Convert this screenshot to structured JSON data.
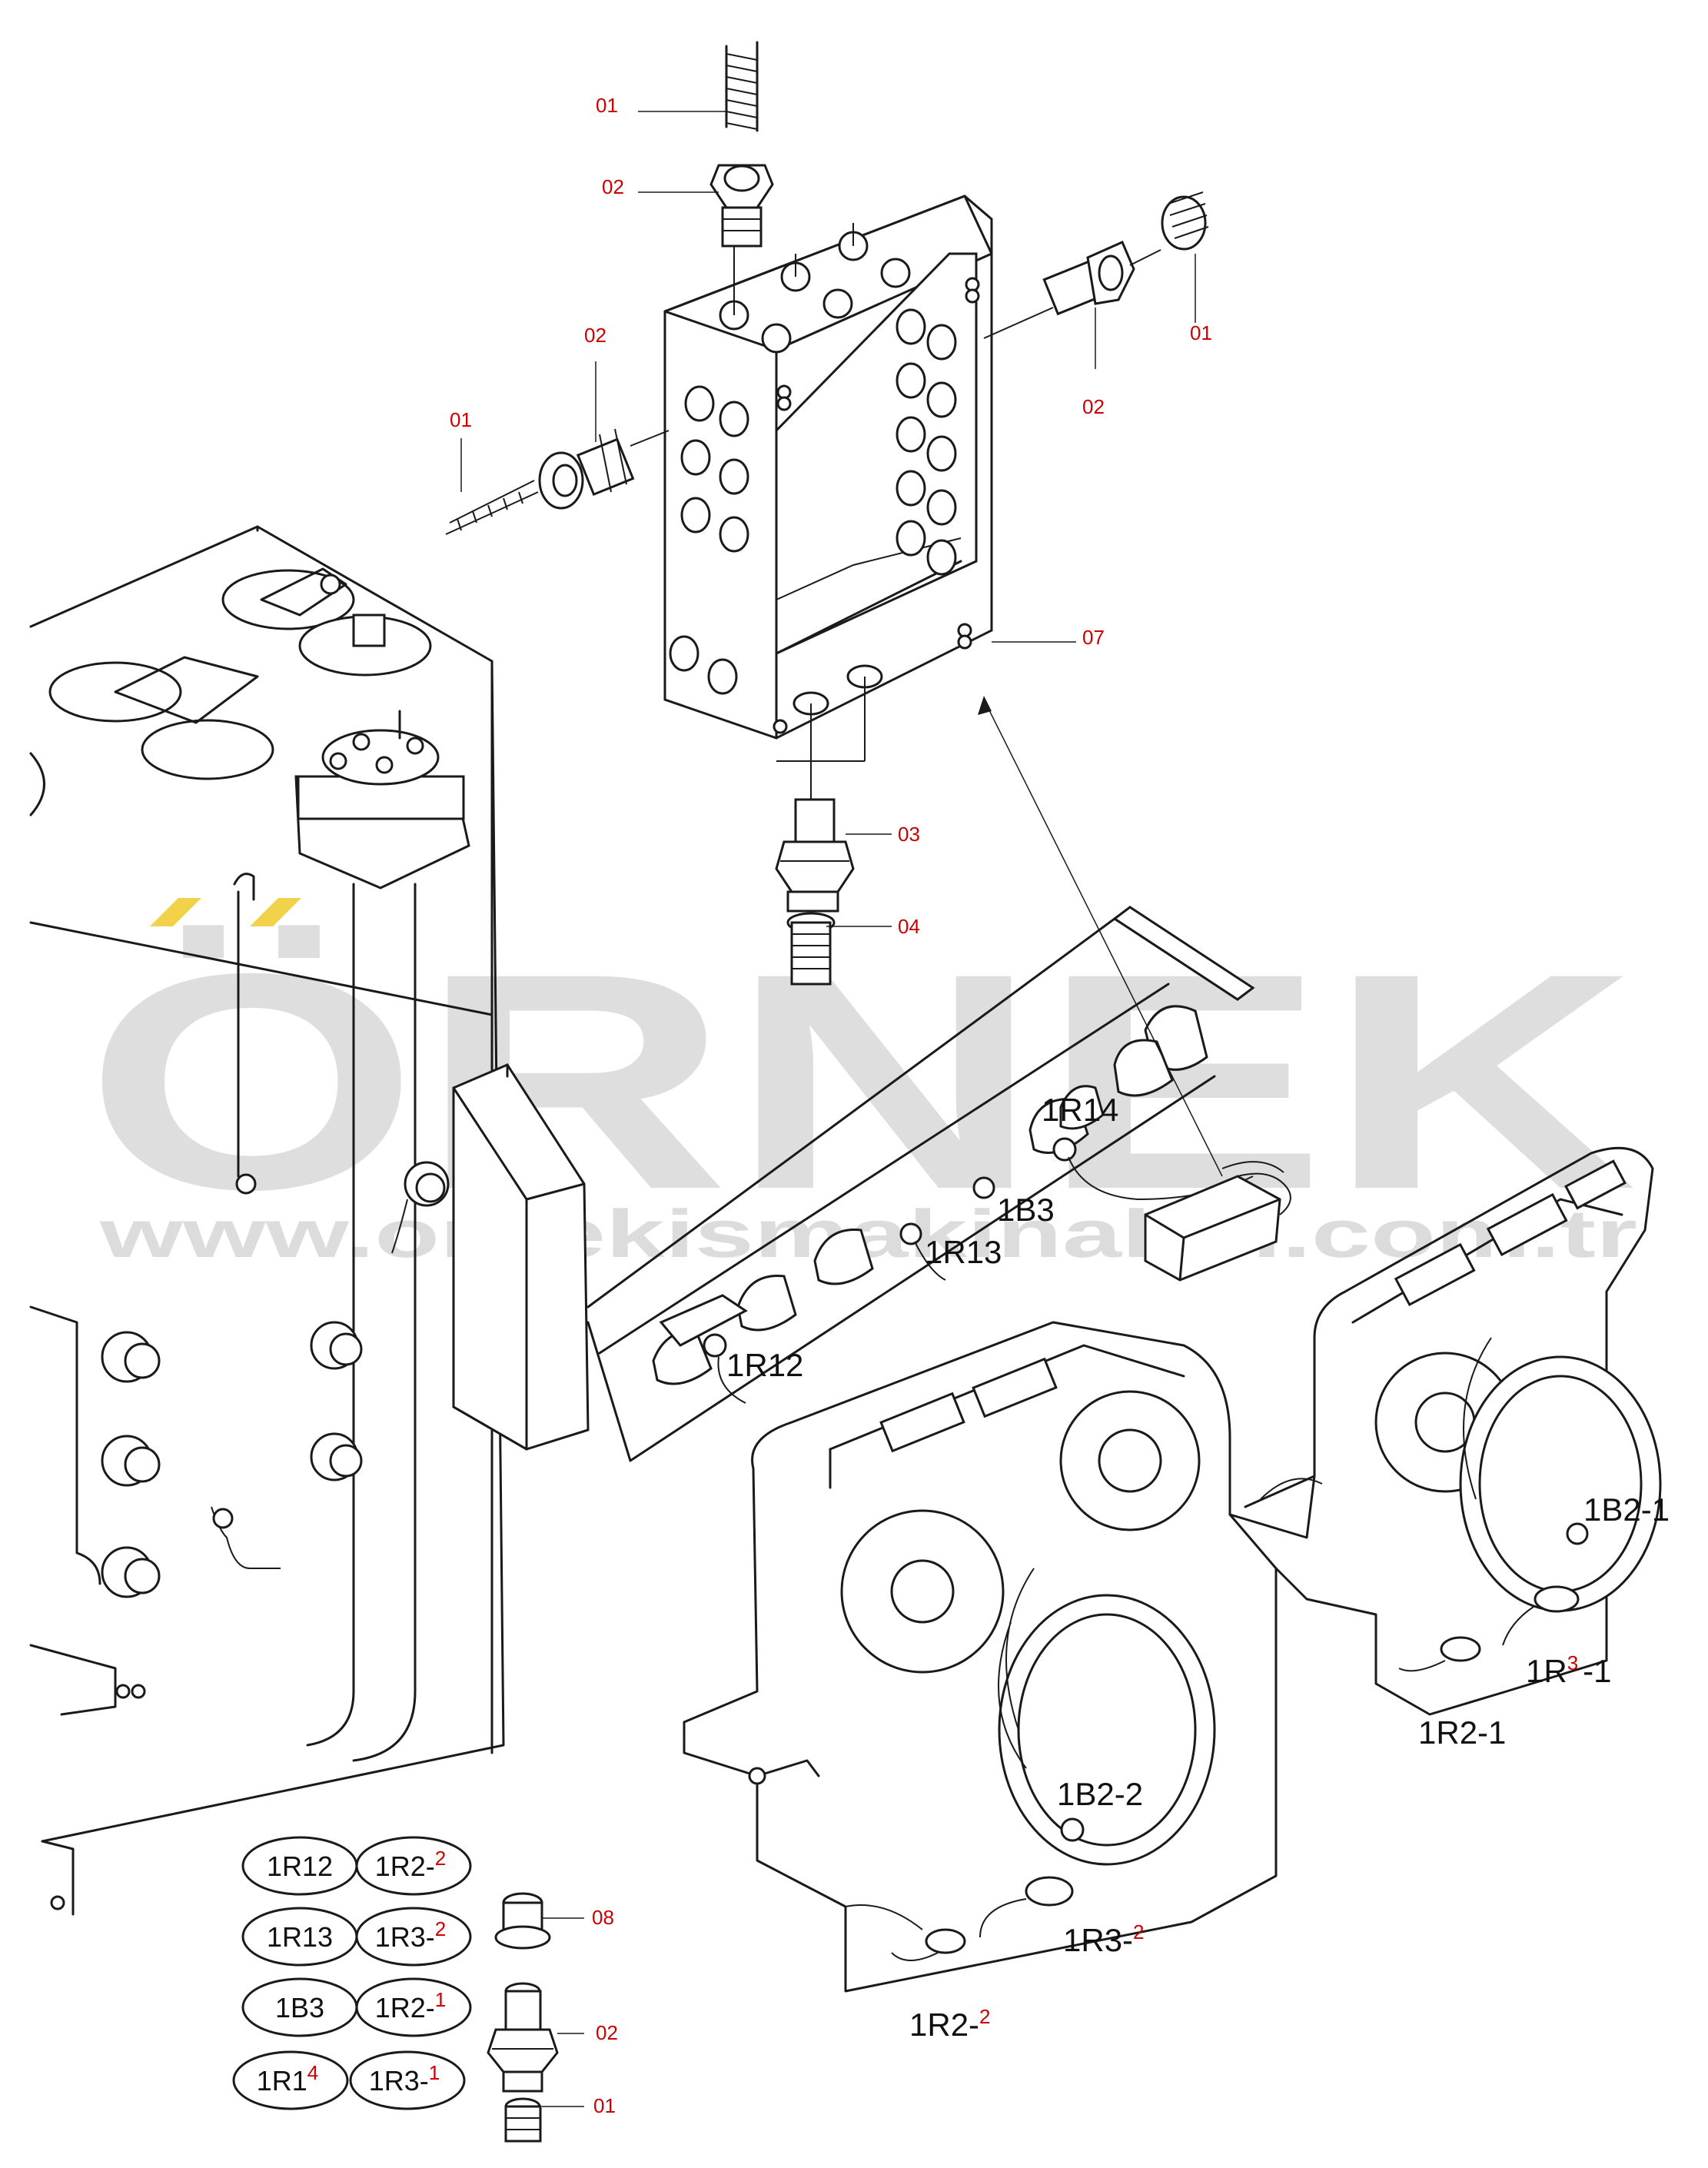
{
  "colors": {
    "part_number": "#cc0000",
    "line": "#1a1a1a",
    "watermark": "#d9d9d9",
    "watermark_accent": "#f2d24a"
  },
  "watermark": {
    "brand": "ÖRNEK",
    "url": "www.ornekismakinalari.com.tr"
  },
  "part_numbers": {
    "p01_top": "01",
    "p02_top": "02",
    "p02_left": "02",
    "p01_left": "01",
    "p01_right": "01",
    "p02_right": "02",
    "p07": "07",
    "p03": "03",
    "p04": "04",
    "p08": "08",
    "p02_bottom": "02",
    "p01_bottom": "01"
  },
  "component_labels": {
    "r14": "1R14",
    "b3": "1B3",
    "r13": "1R13",
    "r12": "1R12",
    "b2_1": "1B2-1",
    "r3_1": {
      "main": "1R",
      "sup": "3",
      "tail": "-1"
    },
    "r2_1": "1R2-1",
    "b2_2": "1B2-2",
    "r3_2": {
      "main": "1R3-",
      "sup": "2"
    },
    "r2_2": {
      "main": "1R2-",
      "sup": "2"
    }
  },
  "legend": [
    {
      "main": "1R12",
      "sup": ""
    },
    {
      "main": "1R2-",
      "sup": "2"
    },
    {
      "main": "1R13",
      "sup": ""
    },
    {
      "main": "1R3-",
      "sup": "2"
    },
    {
      "main": "1B3",
      "sup": ""
    },
    {
      "main": "1R2-",
      "sup": "1"
    },
    {
      "main": "1R1",
      "sup": "4"
    },
    {
      "main": "1R3-",
      "sup": "1"
    }
  ]
}
